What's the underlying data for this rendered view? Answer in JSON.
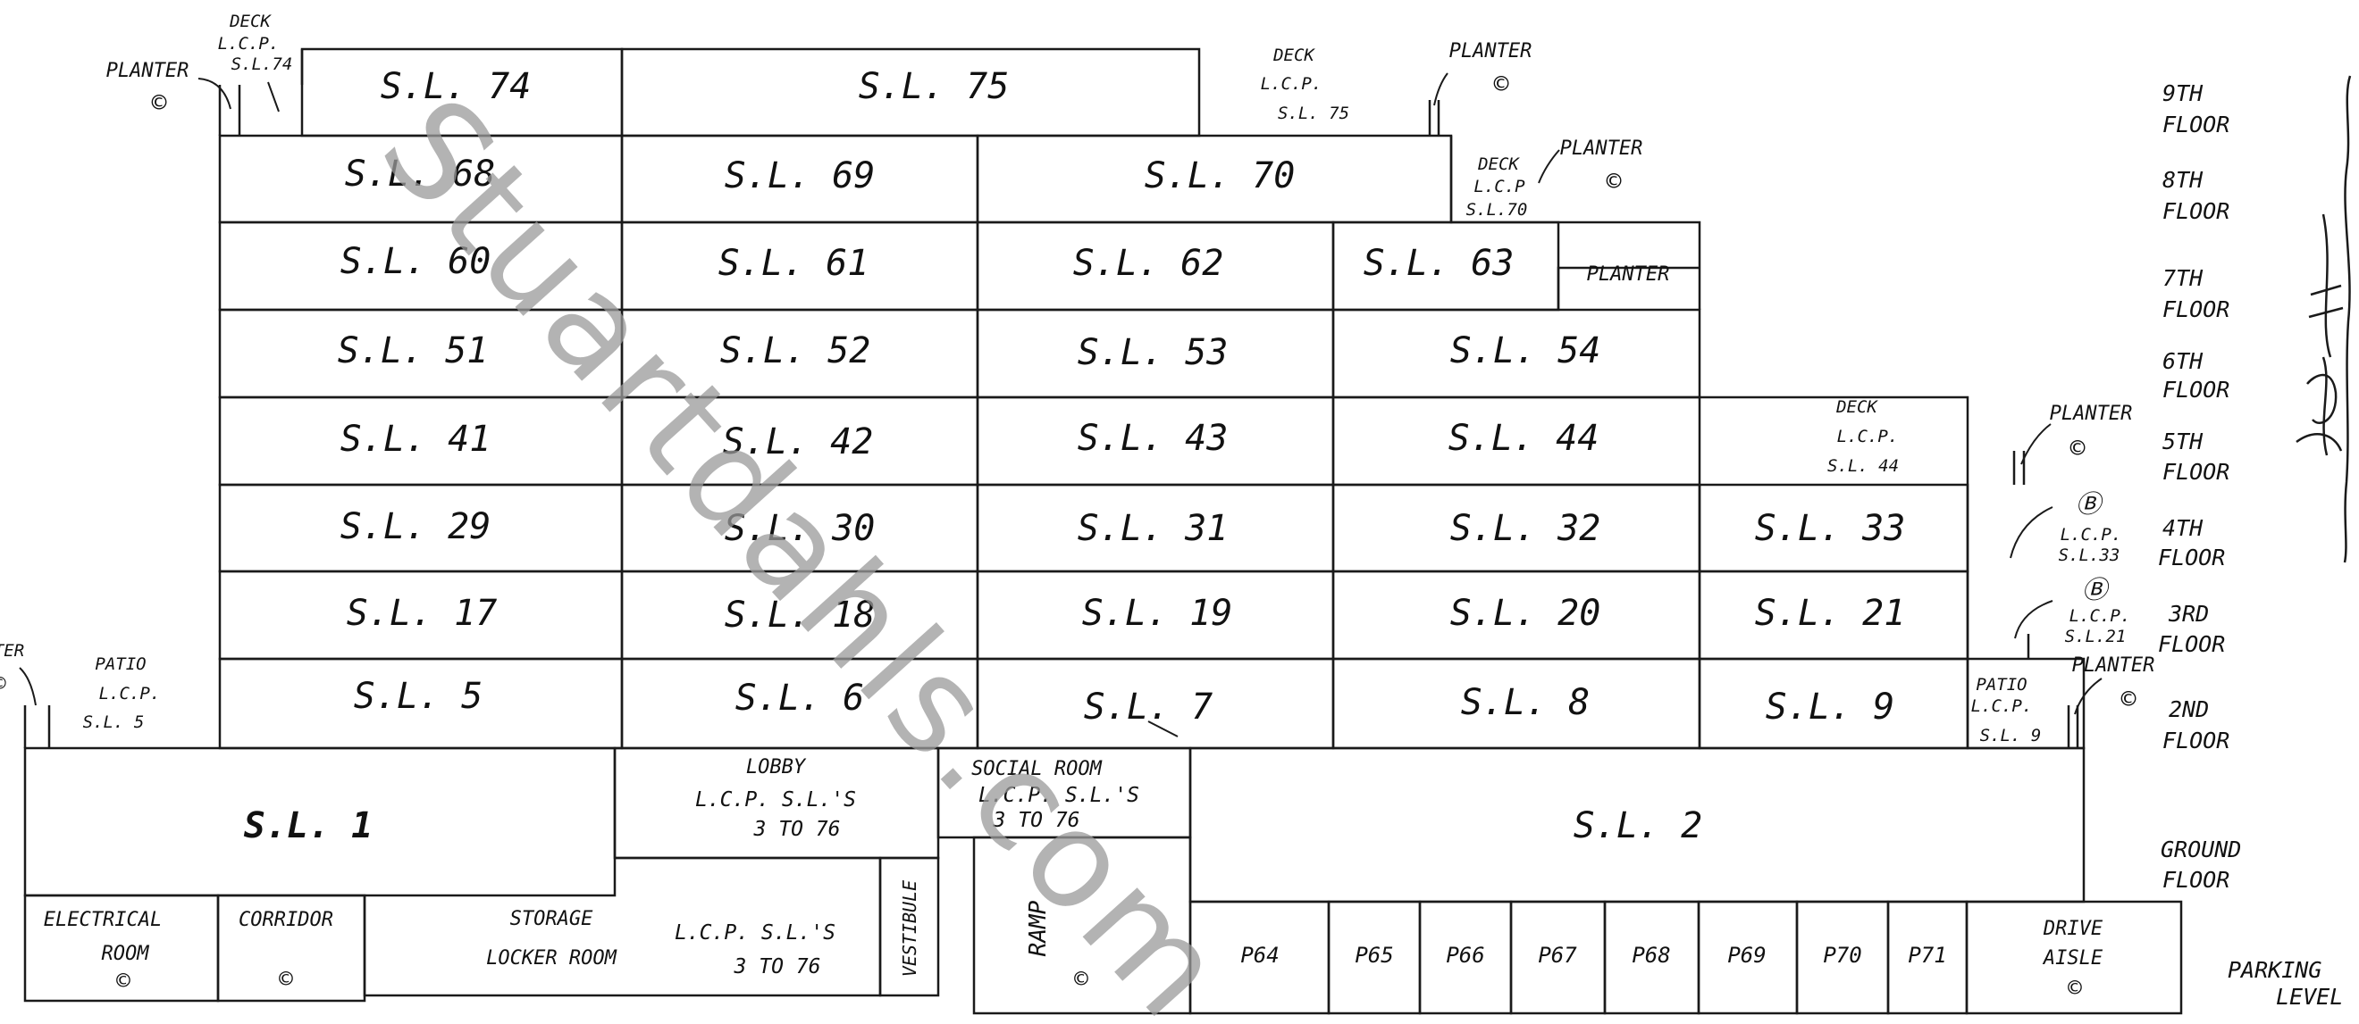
{
  "units": {
    "sl74": "S.L. 74",
    "sl75": "S.L. 75",
    "sl68": "S.L. 68",
    "sl69": "S.L. 69",
    "sl70": "S.L. 70",
    "sl60": "S.L. 60",
    "sl61": "S.L. 61",
    "sl62": "S.L. 62",
    "sl63": "S.L. 63",
    "sl51": "S.L. 51",
    "sl52": "S.L. 52",
    "sl53": "S.L. 53",
    "sl54": "S.L. 54",
    "sl41": "S.L. 41",
    "sl42": "S.L. 42",
    "sl43": "S.L. 43",
    "sl44": "S.L. 44",
    "sl29": "S.L. 29",
    "sl30": "S.L. 30",
    "sl31": "S.L. 31",
    "sl32": "S.L. 32",
    "sl33": "S.L. 33",
    "sl17": "S.L. 17",
    "sl18": "S.L. 18",
    "sl19": "S.L. 19",
    "sl20": "S.L. 20",
    "sl21": "S.L. 21",
    "sl5": "S.L. 5",
    "sl6": "S.L. 6",
    "sl7": "S.L. 7",
    "sl8": "S.L. 8",
    "sl9": "S.L. 9",
    "sl1": "S.L. 1",
    "sl2": "S.L. 2"
  },
  "floors": {
    "f9a": "9TH",
    "f8a": "8TH",
    "f7a": "7TH",
    "f6a": "6TH",
    "f5a": "5TH",
    "f4a": "4TH",
    "f3a": "3RD",
    "f2a": "2ND",
    "floor": "FLOOR",
    "ground_a": "GROUND",
    "ground_b": "FLOOR",
    "parking_a": "PARKING",
    "parking_b": "LEVEL"
  },
  "parking": {
    "p64": "P64",
    "p65": "P65",
    "p66": "P66",
    "p67": "P67",
    "p68": "P68",
    "p69": "P69",
    "p70": "P70",
    "p71": "P71",
    "drive_a": "DRIVE",
    "drive_b": "AISLE"
  },
  "common": {
    "electrical_a": "ELECTRICAL",
    "electrical_b": "ROOM",
    "corridor": "CORRIDOR",
    "storage_a": "STORAGE",
    "storage_b": "LOCKER ROOM",
    "lcp_sls": "L.C.P. S.L.'S",
    "three_to_76": "3 TO 76",
    "lobby": "LOBBY",
    "social_room": "SOCIAL ROOM",
    "vestibule": "VESTIBULE",
    "ramp": "RAMP"
  },
  "annotations": {
    "deck": "DECK",
    "lcp": "L.C.P.",
    "lcp74": "S.L.74",
    "sl75": "S.L. 75",
    "lcpP": "L.C.P",
    "sl70": "S.L.70",
    "sl44": "S.L. 44",
    "sl33": "S.L.33",
    "sl21": "S.L.21",
    "sl5": "S.L. 5",
    "sl9": "S.L. 9",
    "planter": "PLANTER",
    "planter_cut": "TER",
    "patio": "PATIO",
    "common_symbol": "©",
    "limited_symbol": "Ⓑ"
  },
  "watermark": "Stuartdahls.com"
}
